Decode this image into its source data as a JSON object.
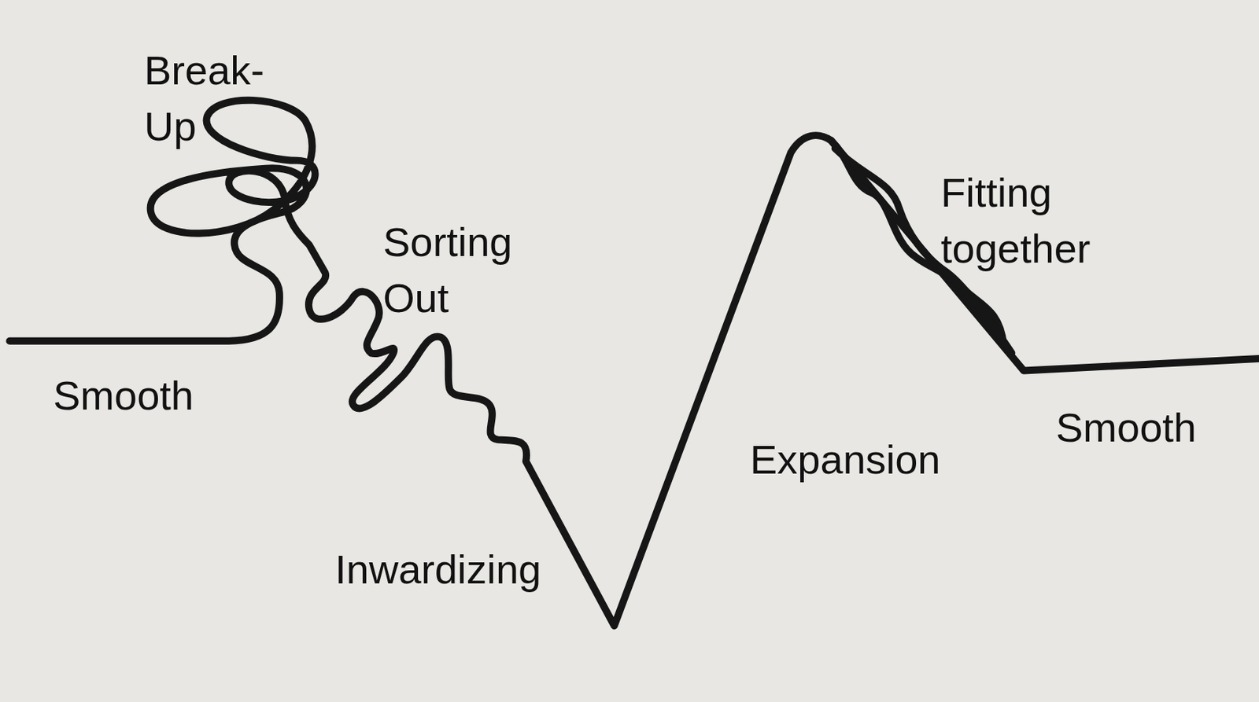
{
  "diagram": {
    "labels": [
      "Break- Up",
      "Sorting Out",
      "Smooth",
      "Inwardizing",
      "Expansion",
      "Fitting together",
      "Smooth"
    ]
  }
}
